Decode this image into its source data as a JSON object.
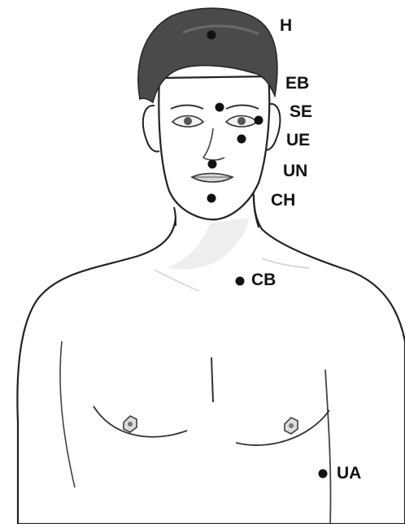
{
  "points": [
    {
      "id": "h",
      "label": "H"
    },
    {
      "id": "eb",
      "label": "EB"
    },
    {
      "id": "se",
      "label": "SE"
    },
    {
      "id": "ue",
      "label": "UE"
    },
    {
      "id": "un",
      "label": "UN"
    },
    {
      "id": "ch",
      "label": "CH"
    },
    {
      "id": "cb",
      "label": "CB"
    },
    {
      "id": "ua",
      "label": "UA"
    }
  ],
  "colors": {
    "hair": "#4a4a4a",
    "outline": "#222222",
    "skin": "#ffffff",
    "shade": "#e6e6e6",
    "dot": "#111111"
  }
}
